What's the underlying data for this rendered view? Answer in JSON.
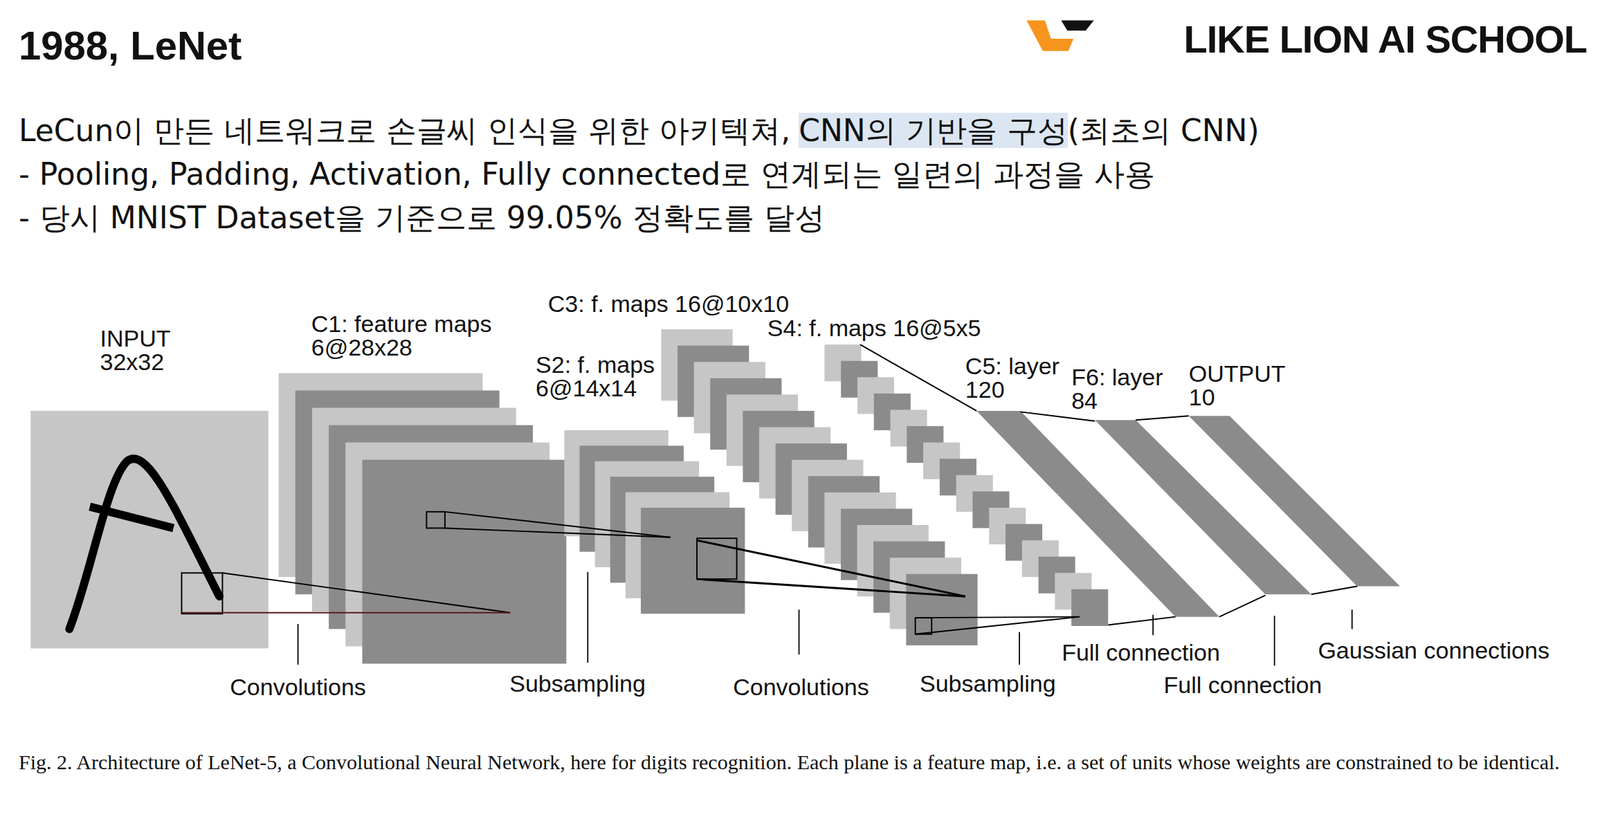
{
  "diagram": {
    "title": "1988, LeNet",
    "caption": "Fig. 2. Architecture of LeNet-5, a Convolutional Neural Network, here for digits recognition. Each plane is a feature map, i.e. a set of units whose weights are constrained to be identical.",
    "nodes": [
      {
        "text": [
          "INPUT 32x32"
        ]
      },
      {
        "text": [
          "C1: feature maps 6@28x28"
        ]
      },
      {
        "text": [
          "S2: f. maps 6@14x14"
        ]
      },
      {
        "text": [
          "C3: f. maps 16@10x10"
        ]
      },
      {
        "text": [
          "S4: f. maps 16@5x5"
        ]
      },
      {
        "text": [
          "C5: layer 120"
        ]
      },
      {
        "text": [
          "F6: layer 84"
        ]
      },
      {
        "text": [
          "OUTPUT 10"
        ]
      }
    ],
    "labels": [
      "LIKE LION AI SCHOOL",
      "LeCun이 만든 네트워크로 손글씨 인식을 위한 아키텍쳐,",
      "CNN의 기반을 구성",
      "(최초의 CNN)",
      "- Pooling, Padding, Activation, Fully connected로 연계되는 일련의 과정을 사용",
      "- 당시 MNIST Dataset을 기준으로 99.05% 정확도를 달성",
      "Convolutions",
      "Subsampling",
      "Convolutions",
      "Subsampling",
      "Full connection",
      "Full connection",
      "Gaussian connections"
    ]
  }
}
